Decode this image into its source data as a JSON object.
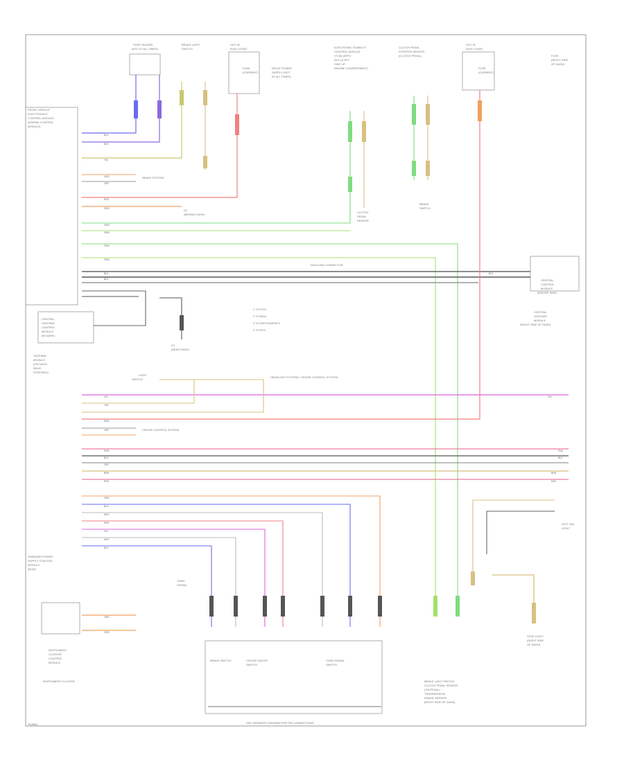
{
  "page": {
    "id_label": "TA2886",
    "bottom_caption": "SEE SEPARATE DIAGRAM FOR PIN CONNECTIONS"
  },
  "components": {
    "fuse_holder": [
      "FUSE HOLDER",
      "(HOT AT ALL TIMES)"
    ],
    "brake_sw": [
      "BRAKE LIGHT",
      "SWITCH"
    ],
    "hot_top": [
      "HOT IN",
      "RUN / START"
    ],
    "fuse_a": [
      "FUSE",
      "(CURRENT)"
    ],
    "rel_txt": [
      "RELAY POWER",
      "SUPPLY (HOT",
      "AT ALL TIMES)"
    ],
    "mid_top": [
      "ELECTRONIC STABILITY",
      "CONTROL MODULE",
      "(TCM) (WITH",
      "ACC) (LEFT",
      "SIDE OF",
      "ENGINE COMPARTMENT)"
    ],
    "pedal_top": [
      "CLUTCH PEDAL",
      "POSITION SENSOR",
      "(CLUTCH PEDAL)"
    ],
    "hot_right": [
      "HOT IN",
      "RUN / START"
    ],
    "fuse_r": [
      "FUSE",
      "(CURRENT)"
    ],
    "fuse_r2": [
      "FUSE",
      "(RIGHT SIDE",
      "OF DASH)"
    ],
    "ecm_left": [
      "FRONT VEHICLE",
      "ELECTRONICS",
      "CONTROL MODULE",
      "(ENGINE CONTROL",
      "MODULE)"
    ],
    "gateway_left": [
      "CENTRAL",
      "GATEWAY",
      "CONTROL",
      "MODULE",
      "(IN DASH)"
    ],
    "gateway_caption": [
      "GATEWAY",
      "MODULE",
      "(ON DASH,",
      "NEAR",
      "STEERING)"
    ],
    "gateway_right": [
      "CENTRAL",
      "CONTROL",
      "MODULE",
      "(DRIVER SIDE)"
    ],
    "gateway_right_caption": [
      "CENTRAL",
      "GATEWAY",
      "MODULE",
      "(RIGHT SIDE OF DASH)"
    ],
    "bcm_left": [
      "ONBOARD POWER",
      "SUPPLY CONTROL",
      "MODULE",
      "(BCM)"
    ],
    "cluster": [
      "INSTRUMENT",
      "CLUSTER",
      "CONTROL",
      "MODULE"
    ],
    "cluster_caption": "INSTRUMENT CLUSTER",
    "light_sw": [
      "LIGHT",
      "SWITCH"
    ],
    "turn_sw": [
      "TURN",
      "SIGNAL"
    ],
    "bottom_right": [
      "BRAKE LIGHT SWITCH",
      "CLUTCH PEDAL SENSOR",
      "(ON PEDAL)",
      "TRANSMISSION",
      "RANGE SENSOR",
      "(RIGHT SIDE OF DASH)"
    ],
    "left_tail": [
      "LEFT TAIL",
      "LIGHT"
    ],
    "stop_light": [
      "STOP LIGHT",
      "(RIGHT SIDE",
      "OF DASH)"
    ]
  },
  "legend": [
    "1 TO ECM",
    "2 TO BCM",
    "3 TO INSTRUMENTS",
    "4 TO EPS"
  ],
  "notes": {
    "ground_a": [
      "G1",
      "(NEAR DASH)"
    ],
    "ground_b": [
      "G2",
      "(BEHIND DASH)"
    ],
    "brake_sys": "BRAKE SYSTEM",
    "cruise": "CRUISE CONTROL SYSTEM",
    "series_note": "HEADLIGHT SYSTEM / CRUISE CONTROL SYSTEM",
    "data_link": "DATA LINK CONNECTOR",
    "pedal_note": [
      "CLUTCH",
      "PEDAL",
      "SENSOR"
    ],
    "brake_note": [
      "BRAKE",
      "SWITCH"
    ],
    "bottom_switches": [
      "BRAKE SWITCH",
      "CRUISE ON/OFF",
      "SWITCH",
      "TURN SIGNAL",
      "SWITCH"
    ]
  },
  "wire_tags": {
    "blue": "BLU",
    "blk": "BLK",
    "yel": "YEL",
    "grn": "GRN",
    "red": "RED",
    "vio": "VIO",
    "wht": "WHT",
    "brn": "BRN",
    "org": "ORG",
    "gry": "GRY",
    "pnk": "PNK",
    "tan": "TAN"
  },
  "colors": {
    "blue": "#6a6af0",
    "violet": "#8a6ae0",
    "yellow": "#c8c870",
    "green": "#7fdc7f",
    "lgreen": "#a5e06a",
    "pink": "#f07a9a",
    "magenta": "#e060e0",
    "red": "#f08080",
    "orange": "#f0a060",
    "gray": "#999999",
    "dgray": "#666666",
    "tan": "#d8c080",
    "black": "#555555",
    "lgray": "#bbbbbb"
  }
}
